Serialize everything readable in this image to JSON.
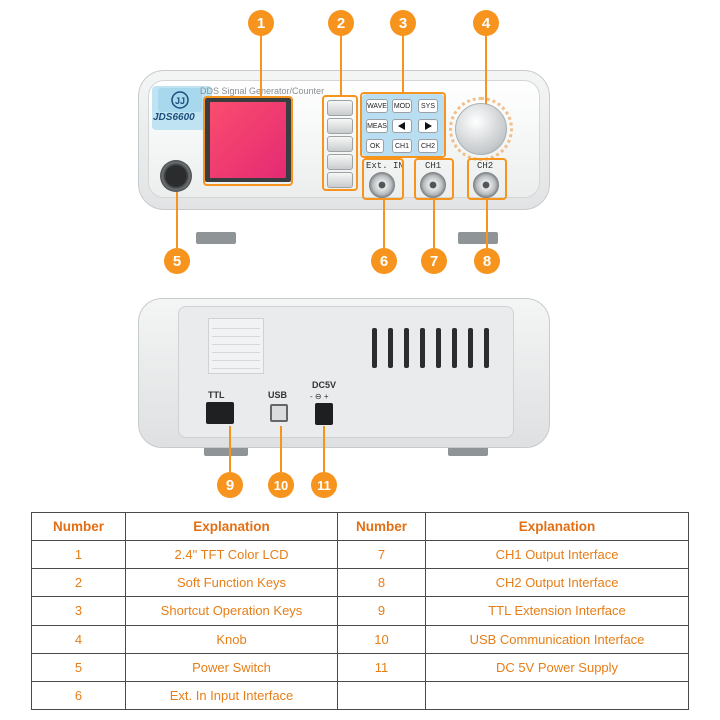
{
  "front_panel": {
    "model": "JDS6600",
    "title_text": "DDS Signal Generator/Counter",
    "keys": [
      "WAVE",
      "MOD",
      "SYS",
      "MEAS",
      "OK",
      "CH1",
      "CH2"
    ],
    "connector_labels": [
      "Ext. IN",
      "CH1",
      "CH2"
    ]
  },
  "back_panel": {
    "port_labels": [
      "TTL",
      "USB",
      "DC5V"
    ],
    "dc_polarity": "- ⊖ +"
  },
  "markers": [
    "1",
    "2",
    "3",
    "4",
    "5",
    "6",
    "7",
    "8",
    "9",
    "10",
    "11"
  ],
  "table": {
    "headers": [
      "Number",
      "Explanation",
      "Number",
      "Explanation"
    ],
    "rows": [
      {
        "n1": "1",
        "e1": "2.4\" TFT Color LCD",
        "n2": "7",
        "e2": "CH1 Output Interface"
      },
      {
        "n1": "2",
        "e1": "Soft Function Keys",
        "n2": "8",
        "e2": "CH2 Output Interface"
      },
      {
        "n1": "3",
        "e1": "Shortcut Operation Keys",
        "n2": "9",
        "e2": "TTL Extension Interface"
      },
      {
        "n1": "4",
        "e1": "Knob",
        "n2": "10",
        "e2": "USB Communication Interface"
      },
      {
        "n1": "5",
        "e1": "Power Switch",
        "n2": "11",
        "e2": "DC 5V Power Supply"
      },
      {
        "n1": "6",
        "e1": "Ext. In Input Interface",
        "n2": "",
        "e2": ""
      }
    ]
  }
}
